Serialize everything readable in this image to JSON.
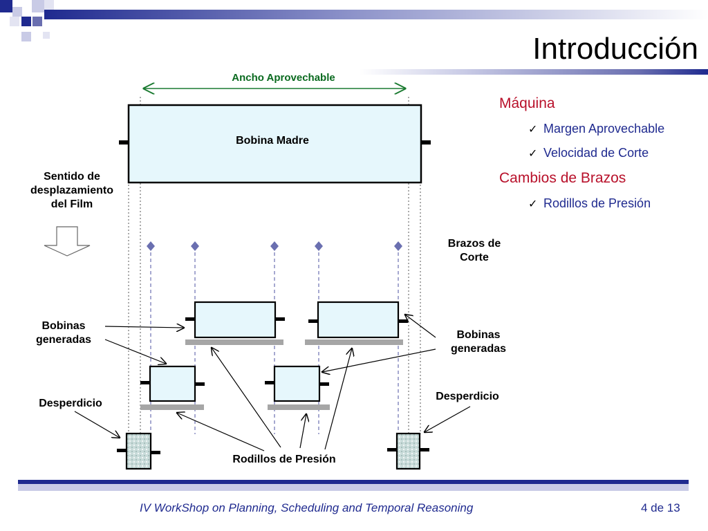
{
  "slide": {
    "title": "Introducción",
    "bullets": [
      {
        "text": "Máquina",
        "children": [
          "Margen Aprovechable",
          "Velocidad de Corte"
        ]
      },
      {
        "text": "Cambios de Brazos",
        "children": [
          "Rodillos de Presión"
        ]
      }
    ],
    "check_glyph": "✓"
  },
  "diagram": {
    "ancho_label": "Ancho Aprovechable",
    "bobina_madre_label": "Bobina Madre",
    "sentido_label": [
      "Sentido de",
      "desplazamiento",
      "del Film"
    ],
    "brazos_label": [
      "Brazos de",
      "Corte"
    ],
    "bobinas_left_label": [
      "Bobinas",
      "generadas"
    ],
    "bobinas_right_label": [
      "Bobinas",
      "generadas"
    ],
    "desperdicio_left": "Desperdicio",
    "desperdicio_right": "Desperdicio",
    "rodillos_label": "Rodillos de Presión"
  },
  "footer": {
    "workshop": "IV WorkShop on Planning, Scheduling and Temporal Reasoning",
    "page": "4 de 13"
  },
  "colors": {
    "accent_navy": "#1f2a8f",
    "accent_red": "#b8102a",
    "arrow_green": "#1a7a30",
    "label_green": "#0a6a1f",
    "box_fill": "#e6f7fc",
    "roller_gray": "#a6a6a6",
    "cutter_blue": "#6a6fb0"
  }
}
